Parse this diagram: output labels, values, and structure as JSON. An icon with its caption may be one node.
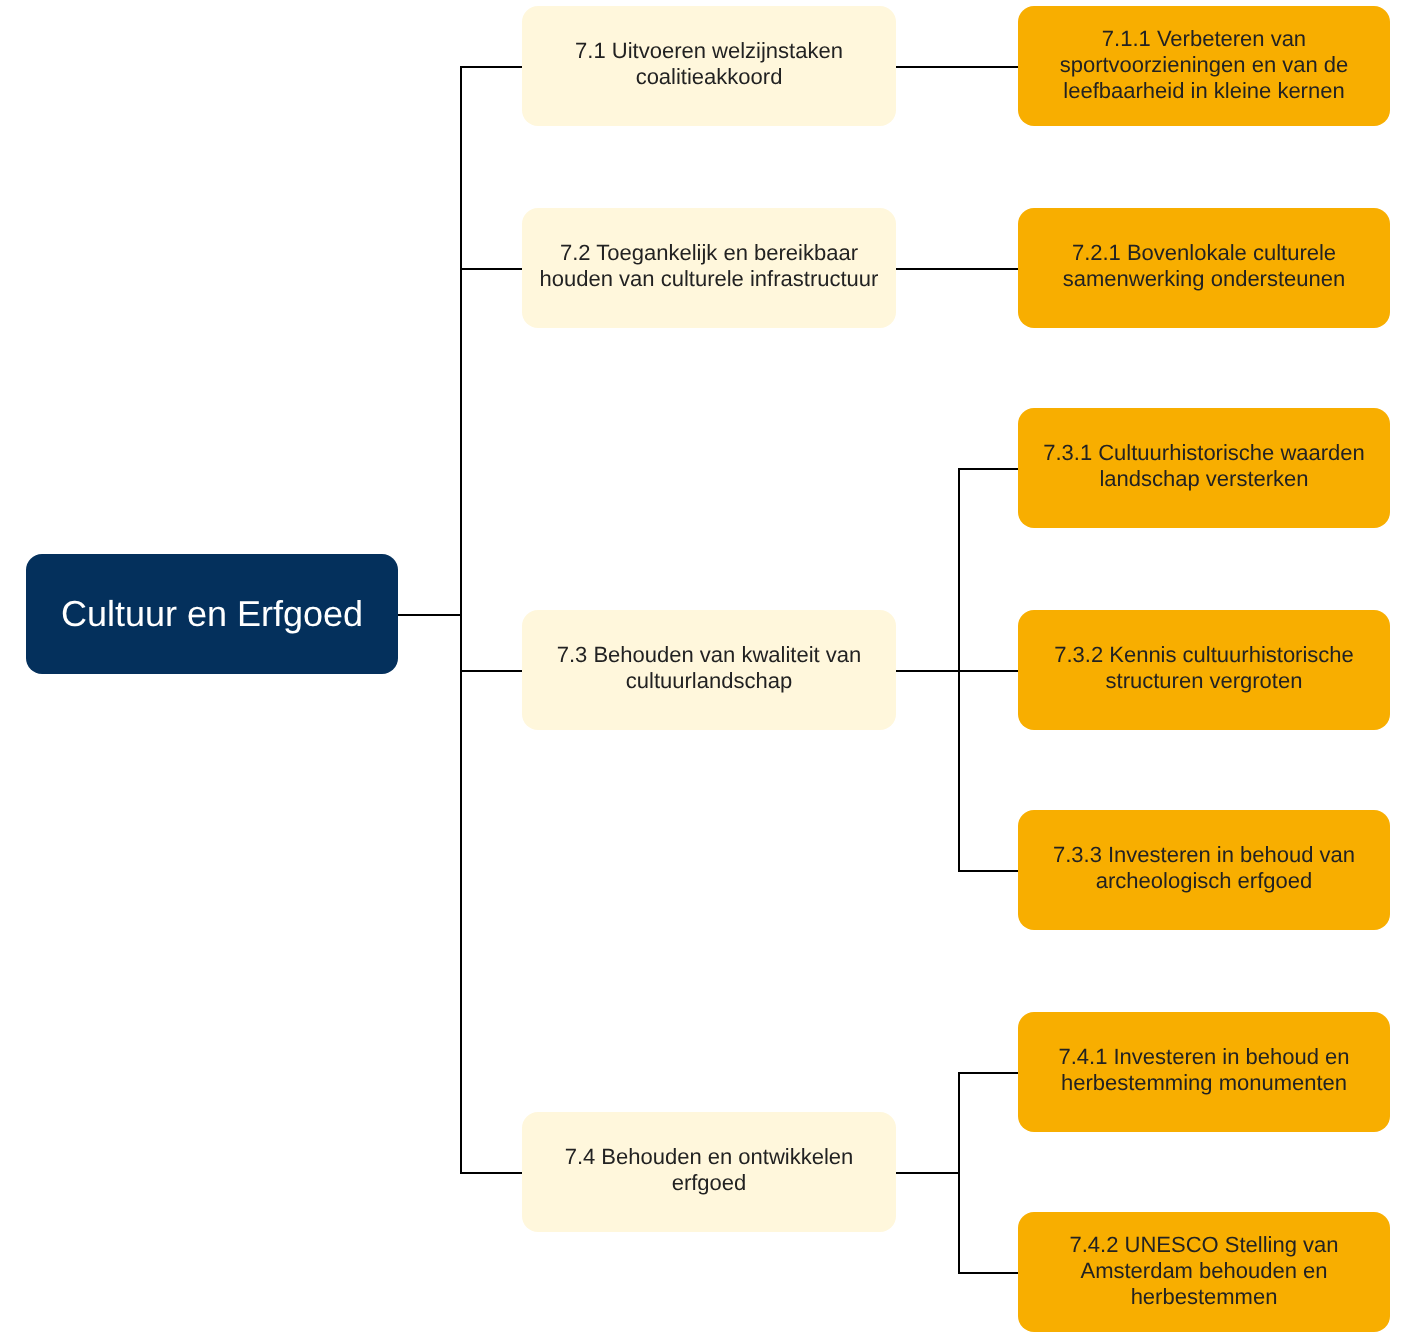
{
  "diagram": {
    "nodes": [
      {
        "text": [
          "Cultuur en Erfgoed"
        ]
      },
      {
        "text": [
          "7.1 Uitvoeren welzijnstaken coalitieakkoord"
        ]
      },
      {
        "text": [
          "7.1.1 Verbeteren van sportvoorzieningen en van de leefbaarheid in kleine kernen"
        ]
      },
      {
        "text": [
          "7.2 Toegankelijk en bereikbaar houden van culturele infrastructuur"
        ]
      },
      {
        "text": [
          "7.2.1 Bovenlokale culturele samenwerking ondersteunen"
        ]
      },
      {
        "text": [
          "7.3 Behouden van kwaliteit van cultuurlandschap"
        ]
      },
      {
        "text": [
          "7.3.1 Cultuurhistorische waarden landschap versterken"
        ]
      },
      {
        "text": [
          "7.3.2 Kennis cultuurhistorische structuren vergroten"
        ]
      },
      {
        "text": [
          "7.3.3 Investeren in behoud van archeologisch erfgoed"
        ]
      },
      {
        "text": [
          "7.4 Behouden en ontwikkelen erfgoed"
        ]
      },
      {
        "text": [
          "7.4.1 Investeren in behoud en herbestemming monumenten"
        ]
      },
      {
        "text": [
          "7.4.2 UNESCO Stelling van Amsterdam behouden en herbestemmen"
        ]
      }
    ],
    "edges": [
      {
        "from": 0,
        "to": 1,
        "arrow": "none"
      },
      {
        "from": 0,
        "to": 3,
        "arrow": "none"
      },
      {
        "from": 0,
        "to": 5,
        "arrow": "none"
      },
      {
        "from": 0,
        "to": 9,
        "arrow": "none"
      },
      {
        "from": 1,
        "to": 2,
        "arrow": "none"
      },
      {
        "from": 3,
        "to": 4,
        "arrow": "none"
      },
      {
        "from": 5,
        "to": 6,
        "arrow": "none"
      },
      {
        "from": 5,
        "to": 7,
        "arrow": "none"
      },
      {
        "from": 5,
        "to": 8,
        "arrow": "none"
      },
      {
        "from": 9,
        "to": 10,
        "arrow": "none"
      },
      {
        "from": 9,
        "to": 11,
        "arrow": "none"
      }
    ]
  }
}
